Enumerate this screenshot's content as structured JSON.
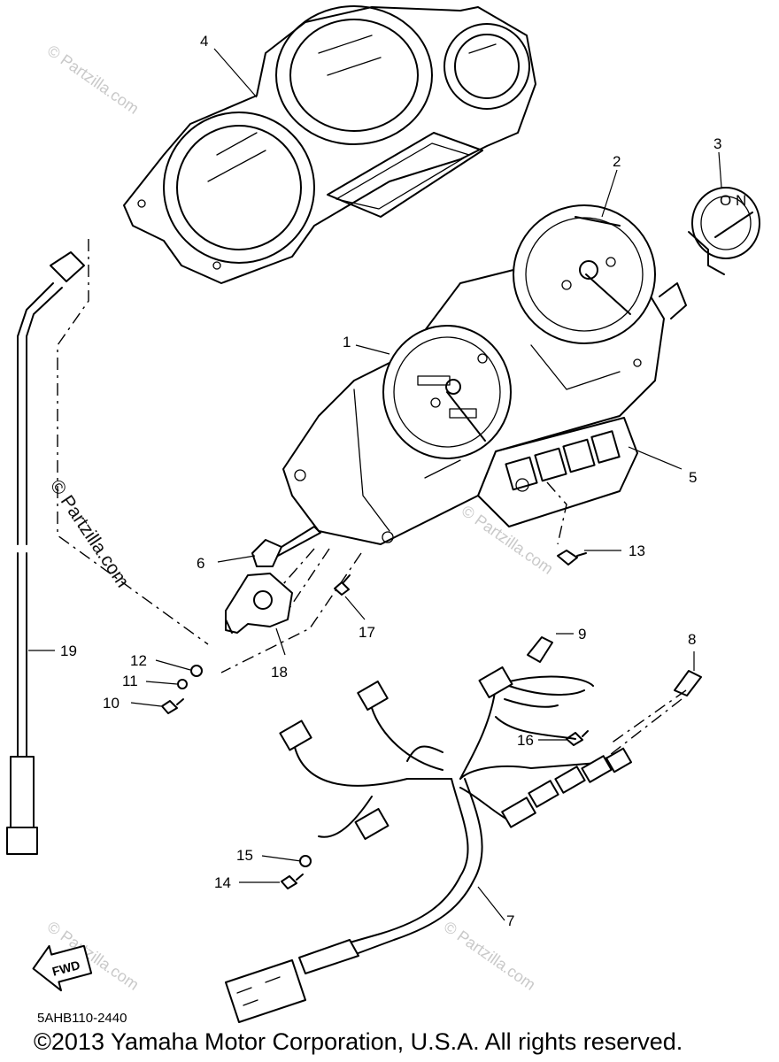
{
  "diagram": {
    "callouts": [
      {
        "id": "1",
        "label": "1"
      },
      {
        "id": "2",
        "label": "2"
      },
      {
        "id": "3",
        "label": "3"
      },
      {
        "id": "4",
        "label": "4"
      },
      {
        "id": "5",
        "label": "5"
      },
      {
        "id": "6",
        "label": "6"
      },
      {
        "id": "7",
        "label": "7"
      },
      {
        "id": "8",
        "label": "8"
      },
      {
        "id": "9",
        "label": "9"
      },
      {
        "id": "10",
        "label": "10"
      },
      {
        "id": "11",
        "label": "11"
      },
      {
        "id": "12",
        "label": "12"
      },
      {
        "id": "13",
        "label": "13"
      },
      {
        "id": "14",
        "label": "14"
      },
      {
        "id": "15",
        "label": "15"
      },
      {
        "id": "16",
        "label": "16"
      },
      {
        "id": "17",
        "label": "17"
      },
      {
        "id": "18",
        "label": "18"
      },
      {
        "id": "19",
        "label": "19"
      }
    ],
    "watermark": "© Partzilla.com",
    "fwd_label": "FWD",
    "gauge_label": "O N"
  },
  "footer": {
    "page_code": "5AHB110-2440",
    "copyright": "©2013  Yamaha Motor Corporation, U.S.A. All rights reserved."
  }
}
